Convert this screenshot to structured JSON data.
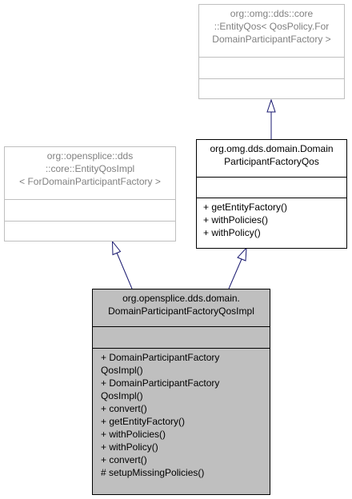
{
  "diagram": {
    "classes": {
      "core_entity_qos": {
        "title_lines": [
          "org::omg::dds::core",
          "::EntityQos< QosPolicy.For",
          "DomainParticipantFactory >"
        ],
        "members": [],
        "operations": []
      },
      "dpf_qos": {
        "title_lines": [
          "org.omg.dds.domain.Domain",
          "ParticipantFactoryQos"
        ],
        "members": [],
        "operations": [
          "+ getEntityFactory()",
          "+ withPolicies()",
          "+ withPolicy()"
        ]
      },
      "entity_qos_impl": {
        "title_lines": [
          "org::opensplice::dds",
          "::core::EntityQosImpl",
          "< ForDomainParticipantFactory >"
        ],
        "members": [],
        "operations": []
      },
      "dpf_qos_impl": {
        "title_lines": [
          "org.opensplice.dds.domain.",
          "DomainParticipantFactoryQosImpl"
        ],
        "members": [],
        "operations": [
          "+ DomainParticipantFactory",
          "QosImpl()",
          "+ DomainParticipantFactory",
          "QosImpl()",
          "+ convert()",
          "+ getEntityFactory()",
          "+ withPolicies()",
          "+ withPolicy()",
          "+ convert()",
          "# setupMissingPolicies()"
        ]
      }
    },
    "colors": {
      "edge": "#191970",
      "current_fill": "#bfbfbf",
      "external_border": "#bfbfbf",
      "external_text": "#808080"
    }
  }
}
